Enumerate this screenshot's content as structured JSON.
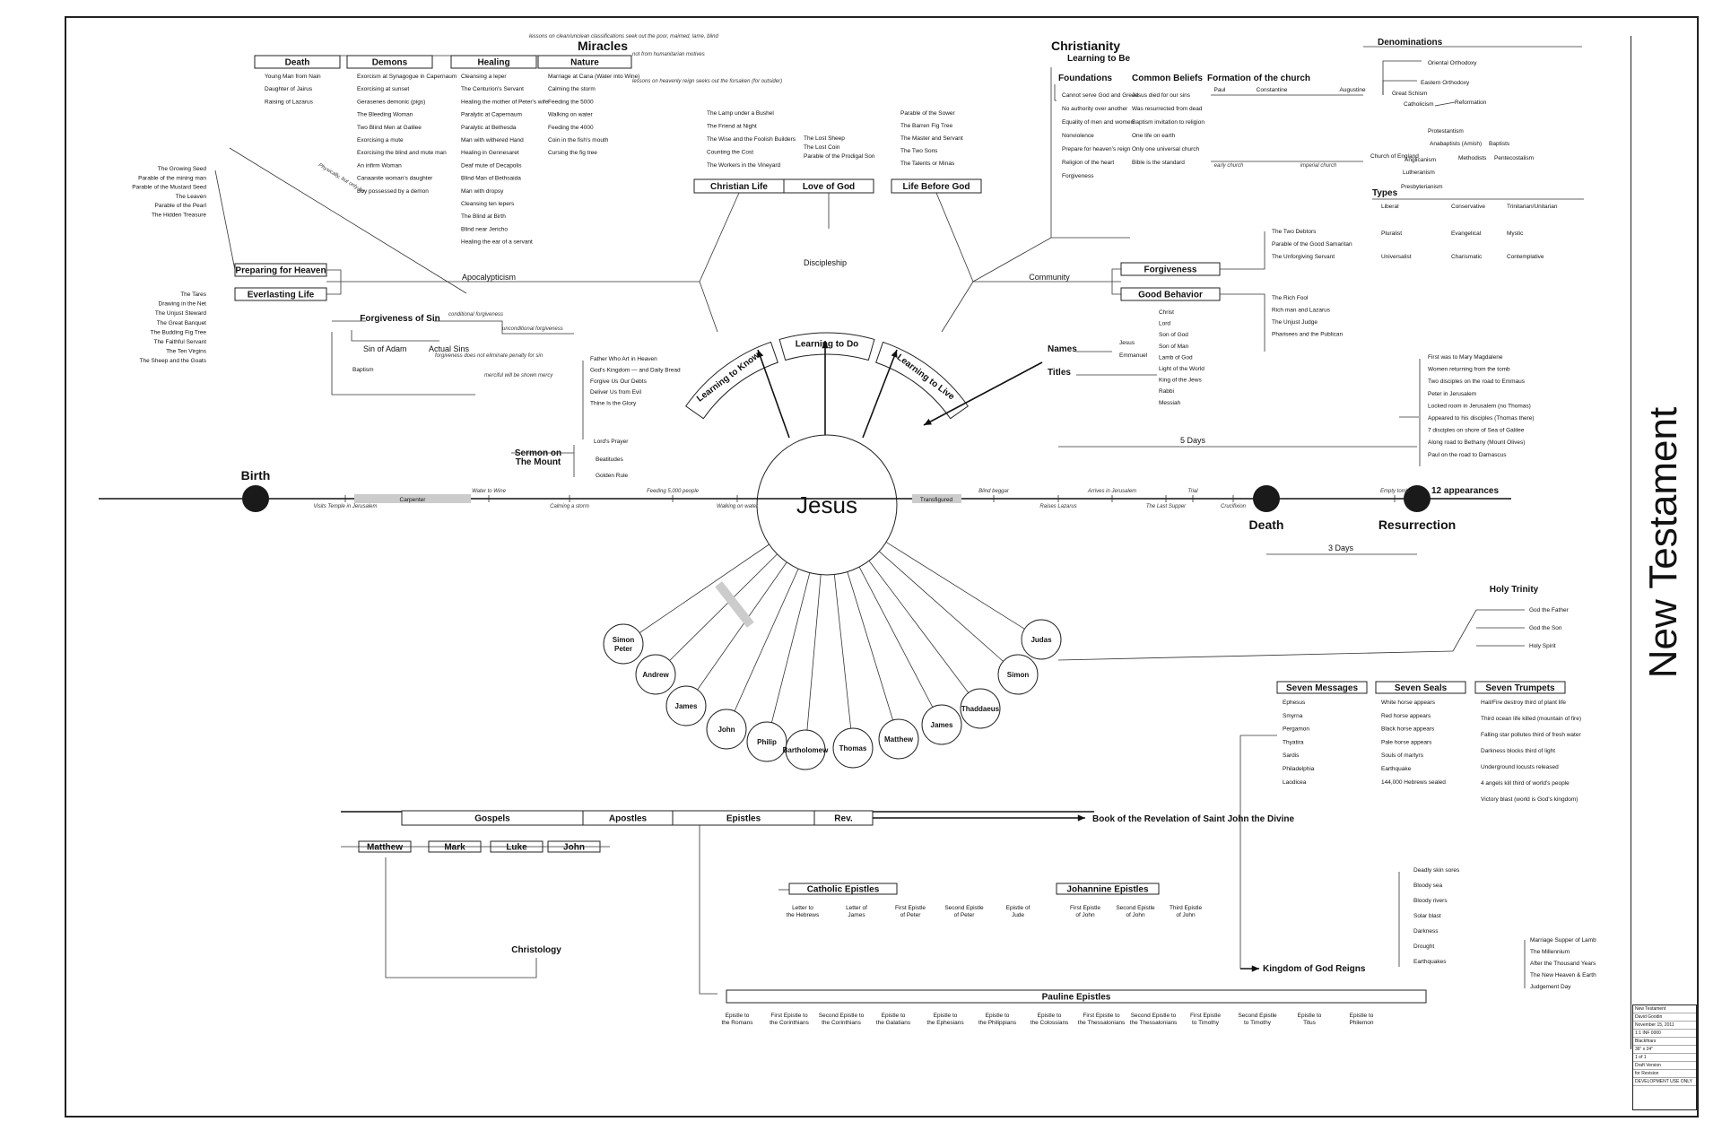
{
  "title": "New Testament",
  "center": {
    "label": "Jesus"
  },
  "titleblock": [
    "New Testament",
    "David Goodin",
    "November 15, 2011",
    "1:1 INF 0000",
    "Blackfriars",
    "36\" x 24\"",
    "1 of 1",
    "Draft Version",
    "for Revision",
    "DEVELOPMENT USE ONLY"
  ],
  "miracles": {
    "title": "Miracles",
    "note_top": "lessons on clean/unclean classifications seek out the poor, maimed, lame, blind",
    "note_side": "not from humanitarian motives",
    "note_heaven": "lessons on heavenly reign seeks out the forsaken (for outsider)",
    "categories": [
      {
        "name": "Death",
        "items": [
          "Young Man from Nain",
          "Daughter of Jairus",
          "Raising of Lazarus"
        ]
      },
      {
        "name": "Demons",
        "items": [
          "Exorcism at Synagogue in Capernaum",
          "Exorcising at sunset",
          "Gerasenes demonic (pigs)",
          "The Bleeding Woman",
          "Two Blind Men at Galilee",
          "Exorcising a mute",
          "Exorcising the blind and mute man",
          "An infirm Woman",
          "Canaanite woman's daughter",
          "Boy possessed by a demon"
        ]
      },
      {
        "name": "Healing",
        "items": [
          "Cleansing a leper",
          "The Centurion's Servant",
          "Healing the mother of Peter's wife",
          "Paralytic at Capernaum",
          "Paralytic at Bethesda",
          "Man with withered Hand",
          "Healing in Gennesaret",
          "Deaf mute of Decapolis",
          "Blind Man of Bethsaida",
          "Man with dropsy",
          "Cleansing ten lepers",
          "The Blind at Birth",
          "Blind near Jericho",
          "Healing the ear of a servant"
        ]
      },
      {
        "name": "Nature",
        "items": [
          "Marriage at Cana (Water into Wine)",
          "Calming the storm",
          "Feeding the 5000",
          "Walking on water",
          "Feeding the 4000",
          "Coin in the fish's mouth",
          "Cursing the fig tree"
        ]
      }
    ]
  },
  "parables_left": {
    "heaven_items": [
      "The Growing Seed",
      "Parable of the mining man",
      "Parable of the Mustard Seed",
      "The Leaven",
      "Parable of the Pearl",
      "The Hidden Treasure"
    ],
    "everlasting_items": [
      "The Tares",
      "Drawing in the Net",
      "The Unjust Steward",
      "The Great Banquet",
      "The Budding Fig Tree",
      "The Faithful Servant",
      "The Ten Virgins",
      "The Sheep and the Goats"
    ],
    "preparing": "Preparing for Heaven",
    "everlasting": "Everlasting Life",
    "apocalypticism": "Apocalypticism",
    "physically_label": "Physically, but only he"
  },
  "forgiveness_sin": {
    "title": "Forgiveness of Sin",
    "sin_adam": "Sin of Adam",
    "actual_sins": "Actual Sins",
    "baptism": "Baptism",
    "notes": [
      "conditional forgiveness",
      "unconditional forgiveness",
      "forgiveness does not eliminate penalty for sin",
      "merciful will be shown mercy"
    ]
  },
  "learning": {
    "know": "Learning to Know",
    "do": "Learning to Do",
    "live": "Learning to Live",
    "discipleship": "Discipleship",
    "community": "Community"
  },
  "christian_life": {
    "title": "Christian Life",
    "items": [
      "The Lamp under a Bushel",
      "The Friend at Night",
      "The Wise and the Foolish Builders",
      "Counting the Cost",
      "The Workers in the Vineyard"
    ]
  },
  "love_of_god": {
    "title": "Love of God",
    "items": [
      "The Lost Sheep",
      "The Lost Coin",
      "Parable of the Prodigal Son"
    ]
  },
  "life_before_god": {
    "title": "Life Before God",
    "items": [
      "Parable of the Sower",
      "The Barren Fig Tree",
      "The Master and Servant",
      "The Two Sons",
      "The Talents or Minas"
    ]
  },
  "christianity": {
    "title": "Christianity",
    "subtitle": "Learning to Be",
    "foundations": {
      "title": "Foundations",
      "items": [
        "Cannot serve God and Greed",
        "No authority over another",
        "Equality of men and women",
        "Nonviolence",
        "Prepare for heaven's reign",
        "Religion of the heart",
        "Forgiveness"
      ]
    },
    "beliefs": {
      "title": "Common Beliefs",
      "items": [
        "Jesus died for our sins",
        "Was resurrected from dead",
        "Baptism invitation to religion",
        "One life on earth",
        "Only one universal church",
        "Bible is the standard"
      ]
    },
    "formation": {
      "title": "Formation of the church",
      "names": [
        "Paul",
        "Constantine",
        "Augustine"
      ],
      "eras": [
        "early church",
        "imperial church"
      ]
    }
  },
  "denominations": {
    "title": "Denominations",
    "items": [
      "Oriental Orthodoxy",
      "Eastern Orthodoxy",
      "Great Schism",
      "Catholicism",
      "Reformation",
      "Protestantism",
      "Anabaptists (Amish)",
      "Baptists",
      "Church of England",
      "Anglicanism",
      "Methodists",
      "Pentecostalism",
      "Lutheranism",
      "Presbyterianism"
    ]
  },
  "types": {
    "title": "Types",
    "items": [
      "Liberal",
      "Conservative",
      "Trinitarian/Unitarian",
      "Pluralist",
      "Evangelical",
      "Mystic",
      "Universalist",
      "Charismatic",
      "Contemplative"
    ]
  },
  "forgiveness_right": {
    "title": "Forgiveness",
    "items": [
      "The Two Debtors",
      "Parable of the Good Samaritan",
      "The Unforgiving Servant"
    ]
  },
  "good_behavior": {
    "title": "Good Behavior",
    "items": [
      "The Rich Fool",
      "Rich man and Lazarus",
      "The Unjust Judge",
      "Pharisees and the Publican"
    ]
  },
  "names": {
    "title": "Names",
    "items": [
      "Jesus",
      "Emmanuel"
    ]
  },
  "titles": {
    "title": "Titles",
    "items": [
      "Christ",
      "Lord",
      "Son of God",
      "Son of Man",
      "Lamb of God",
      "Light of the World",
      "King of the Jews",
      "Rabbi",
      "Messiah"
    ]
  },
  "appearances": {
    "title": "12 appearances",
    "items": [
      "First was to Mary Magdalene",
      "Women returning from the tomb",
      "Two disciples on the road to Emmaus",
      "Peter in Jerusalem",
      "Locked room in Jerusalem (no Thomas)",
      "Appeared to his disciples (Thomas there)",
      "7 disciples on shore of Sea of Galilee",
      "Along road to Bethany (Mount Olives)",
      "Paul on the road to Damascus"
    ]
  },
  "timeline": {
    "birth": "Birth",
    "death": "Death",
    "resurrection": "Resurrection",
    "carpenter": "Carpenter",
    "transfigured": "Transfigured",
    "five_days": "5 Days",
    "three_days": "3 Days",
    "events": [
      "Visits Temple in Jerusalem",
      "Water to Wine",
      "Calming a storm",
      "Feeding 5,000 people",
      "Walking on water",
      "Blind beggar",
      "Raises Lazarus",
      "Arrives in Jerusalem",
      "The Last Supper",
      "Trial",
      "Crucifixion",
      "Empty tomb"
    ]
  },
  "sermon": {
    "title": "Sermon on The Mount",
    "items": [
      "Father Who Art in Heaven",
      "God's Kingdom — and Daily Bread",
      "Forgive Us Our Debts",
      "Deliver Us from Evil",
      "Thine Is the Glory",
      "Lord's Prayer",
      "Beatitudes",
      "Golden Rule"
    ]
  },
  "apostles": [
    "Simon Peter",
    "Andrew",
    "James",
    "John",
    "Philip",
    "Bartholomew",
    "Thomas",
    "Matthew",
    "James",
    "Thaddaeus",
    "Simon",
    "Judas"
  ],
  "holy_trinity": {
    "title": "Holy Trinity",
    "items": [
      "God the Father",
      "God the Son",
      "Holy Spirit"
    ]
  },
  "books": {
    "gospels": "Gospels",
    "apostles": "Apostles",
    "epistles": "Epistles",
    "rev": "Rev.",
    "revelation": "Book of the Revelation of Saint John the Divine",
    "gospel_names": [
      "Matthew",
      "Mark",
      "Luke",
      "John"
    ],
    "christology": "Christology",
    "catholic": {
      "title": "Catholic Epistles",
      "items": [
        "Letter to the Hebrews",
        "Letter of James",
        "First Epistle of Peter",
        "Second Epistle of Peter",
        "Epistle of Jude"
      ]
    },
    "johannine": {
      "title": "Johannine Epistles",
      "items": [
        "First Epistle of John",
        "Second Epistle of John",
        "Third Epistle of John"
      ]
    },
    "pauline": {
      "title": "Pauline Epistles",
      "items": [
        "Epistle to the Romans",
        "First Epistle to the Corinthians",
        "Second Epistle to the Corinthians",
        "Epistle to the Galatians",
        "Epistle to the Ephesians",
        "Epistle to the Philippians",
        "Epistle to the Colossians",
        "First Epistle to the Thessalonians",
        "Second Epistle to the Thessalonians",
        "First Epistle to Timothy",
        "Second Epistle to Timothy",
        "Epistle to Titus",
        "Epistle to Philemon"
      ]
    }
  },
  "revelation": {
    "messages": {
      "title": "Seven Messages",
      "items": [
        "Ephesus",
        "Smyrna",
        "Pergamon",
        "Thyatira",
        "Sardis",
        "Philadelphia",
        "Laodicea"
      ]
    },
    "seals": {
      "title": "Seven Seals",
      "items": [
        "White horse appears",
        "Red horse appears",
        "Black horse appears",
        "Pale horse appears",
        "Souls of martyrs",
        "Earthquake",
        "144,000 Hebrews sealed"
      ]
    },
    "trumpets": {
      "title": "Seven Trumpets",
      "items": [
        "Hail/Fire destroy third of plant life",
        "Third ocean life killed (mountain of fire)",
        "Falling star pollutes third of fresh water",
        "Darkness blocks third of light",
        "Underground locusts released",
        "4 angels kill third of world's people",
        "Victory blast (world is God's kingdom)"
      ]
    },
    "bowls": [
      "Deadly skin sores",
      "Bloody sea",
      "Bloody rivers",
      "Solar blast",
      "Darkness",
      "Drought",
      "Earthquakes"
    ],
    "end": [
      "Marriage Supper of Lamb",
      "The Millennium",
      "After the Thousand Years",
      "The New Heaven & Earth",
      "Judgement Day"
    ],
    "kingdom": "Kingdom of God Reigns"
  }
}
